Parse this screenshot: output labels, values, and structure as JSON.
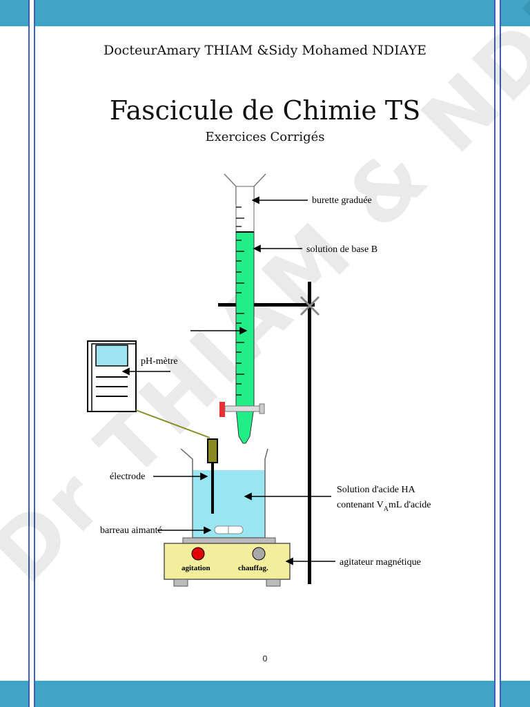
{
  "header": {
    "authors": "DocteurAmary THIAM &Sidy Mohamed NDIAYE"
  },
  "cover": {
    "title": "Fascicule de Chimie TS",
    "subtitle": "Exercices Corrigés"
  },
  "watermark": "Dr THIAM & NDIAYE",
  "diagram": {
    "labels": {
      "burette": "burette graduée",
      "base": "solution de base B",
      "ph_meter": "pH-mètre",
      "electrode": "électrode",
      "acid_line1": "Solution d'acide HA",
      "acid_line2_pre": "contenant V",
      "acid_line2_sub": "A",
      "acid_line2_post": "mL d'acide",
      "stir_bar": "barreau aimanté",
      "stirrer": "agitateur magnétique",
      "btn_agitation": "agitation",
      "btn_chauffage": "chauffag."
    },
    "colors": {
      "base_solution": "#22ee88",
      "acid_solution": "#99e6f2",
      "ph_screen": "#9fe3f0",
      "stirrer_body": "#f2ee9c",
      "agitation_knob": "#e00000",
      "chauffage_knob": "#a8a8a8",
      "stopcock": "#e83030",
      "probe": "#8a8a20"
    }
  },
  "footer": {
    "page_number": "0"
  },
  "theme": {
    "band_color": "#3fa4c6",
    "line_color": "#3b5fb8"
  }
}
